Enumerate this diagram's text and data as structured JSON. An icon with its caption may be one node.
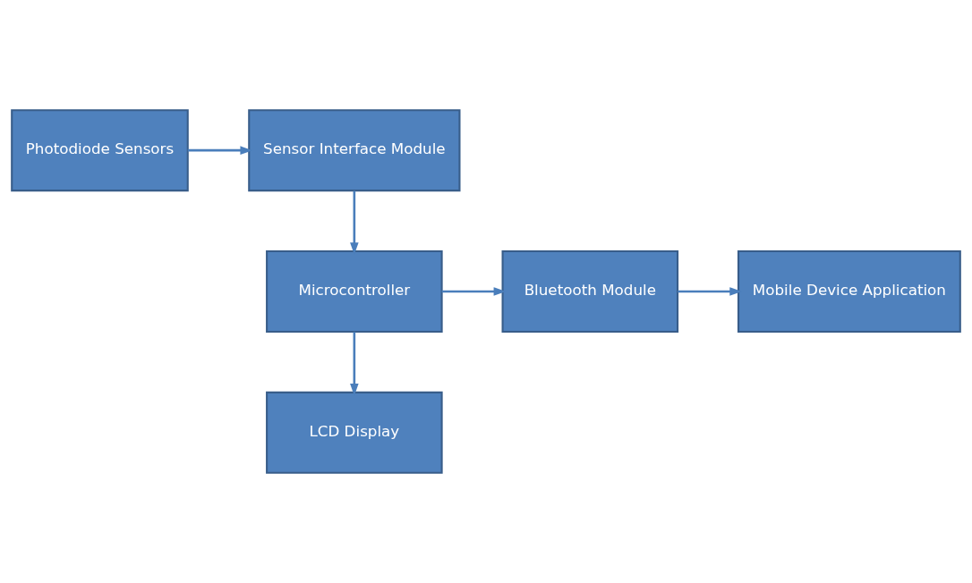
{
  "diagram": {
    "nodes": [
      {
        "text": [
          "Photodiode Sensors"
        ]
      },
      {
        "text": [
          "Sensor Interface Module"
        ]
      },
      {
        "text": [
          "Mobile Device Application"
        ]
      },
      {
        "text": [
          "Bluetooth Module"
        ]
      },
      {
        "text": [
          "Microcontroller"
        ]
      },
      {
        "text": [
          "LCD Display"
        ]
      }
    ],
    "edges": [
      {
        "from": 0,
        "to": 1,
        "arrow": "to"
      },
      {
        "from": 1,
        "to": 4,
        "arrow": "to"
      },
      {
        "from": 4,
        "to": 3,
        "arrow": "to"
      },
      {
        "from": 3,
        "to": 2,
        "arrow": "to"
      },
      {
        "from": 4,
        "to": 5,
        "arrow": "to"
      }
    ]
  }
}
